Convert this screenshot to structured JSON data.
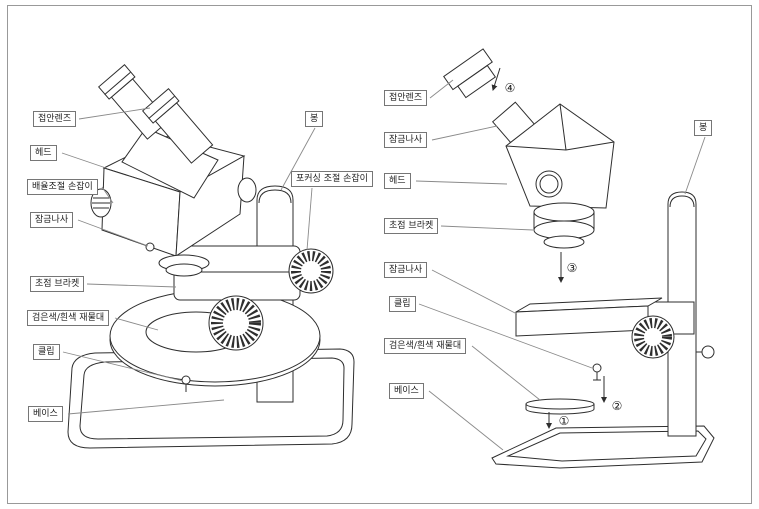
{
  "figure": {
    "title_note": "stereo microscope parts diagram",
    "left": {
      "labels": {
        "eyepiece": "접안렌즈",
        "head": "헤드",
        "zoom_knob": "배율조절 손잡이",
        "lock_screw": "잠금나사",
        "focus_bracket": "초점 브라켓",
        "stage": "검은색/흰색 재물대",
        "clip": "클립",
        "base": "베이스",
        "pole": "봉",
        "focus_knob": "포커싱 조절 손잡이"
      }
    },
    "right": {
      "labels": {
        "eyepiece": "접안렌즈",
        "lock_screw_top": "잠금나사",
        "head": "헤드",
        "focus_bracket": "초점 브라켓",
        "lock_screw_bottom": "잠금나사",
        "clip": "클립",
        "stage": "검은색/흰색 재물대",
        "base": "베이스",
        "pole": "봉"
      },
      "steps": {
        "s1": "①",
        "s2": "②",
        "s3": "③",
        "s4": "④"
      }
    }
  }
}
